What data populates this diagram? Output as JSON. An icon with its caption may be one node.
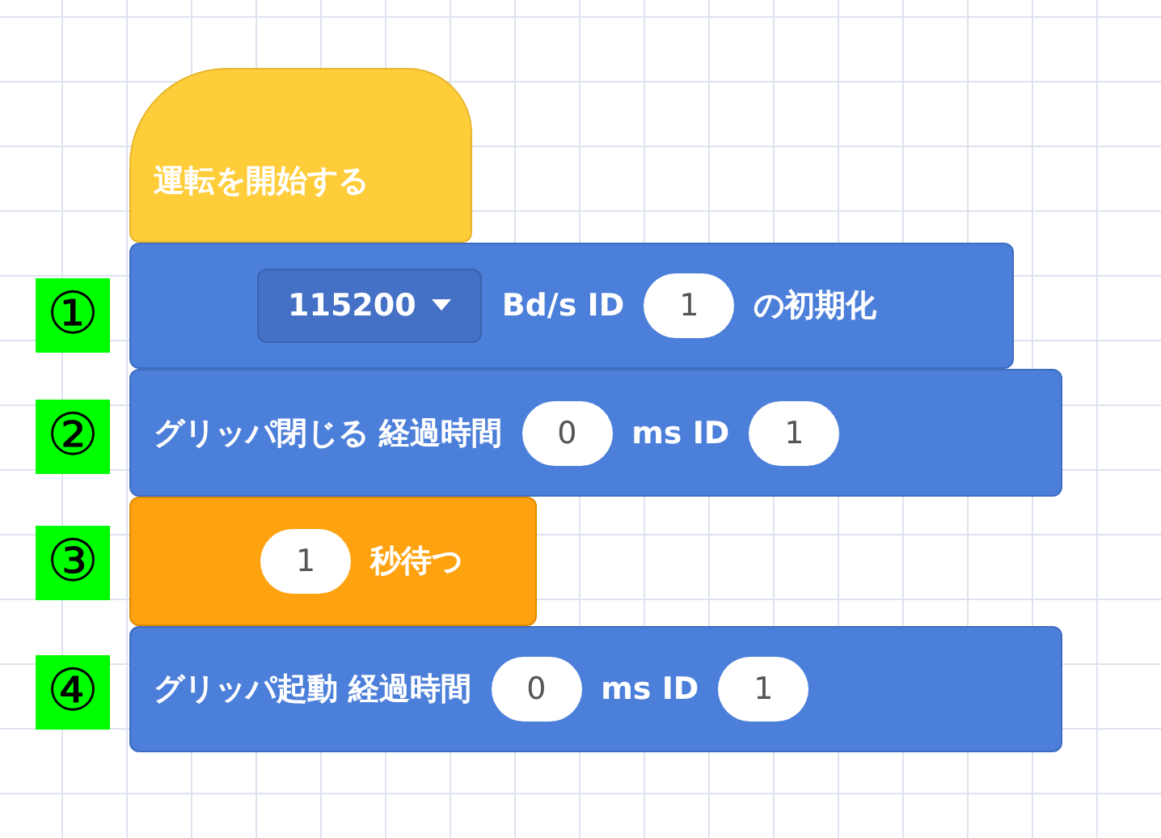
{
  "diagram": {
    "nodes": [
      {
        "text": [
          "運転を開始する"
        ]
      },
      {
        "text": [
          "①"
        ]
      },
      {
        "text": [
          "Bd/s ID",
          "の初期化"
        ]
      },
      {
        "text": [
          "115200"
        ],
        "in": 2
      },
      {
        "text": [
          "1"
        ],
        "in": 2
      },
      {
        "text": [
          "②"
        ]
      },
      {
        "text": [
          "グリッパ閉じる 経過時間",
          "ms ID"
        ]
      },
      {
        "text": [
          "0"
        ],
        "in": 6
      },
      {
        "text": [
          "1"
        ],
        "in": 6
      },
      {
        "text": [
          "③"
        ]
      },
      {
        "text": [
          "秒待つ"
        ]
      },
      {
        "text": [
          "1"
        ],
        "in": 10
      },
      {
        "text": [
          "④"
        ]
      },
      {
        "text": [
          "グリッパ起動 経過時間",
          "ms ID"
        ]
      },
      {
        "text": [
          "0"
        ],
        "in": 13
      },
      {
        "text": [
          "1"
        ],
        "in": 13
      }
    ]
  }
}
